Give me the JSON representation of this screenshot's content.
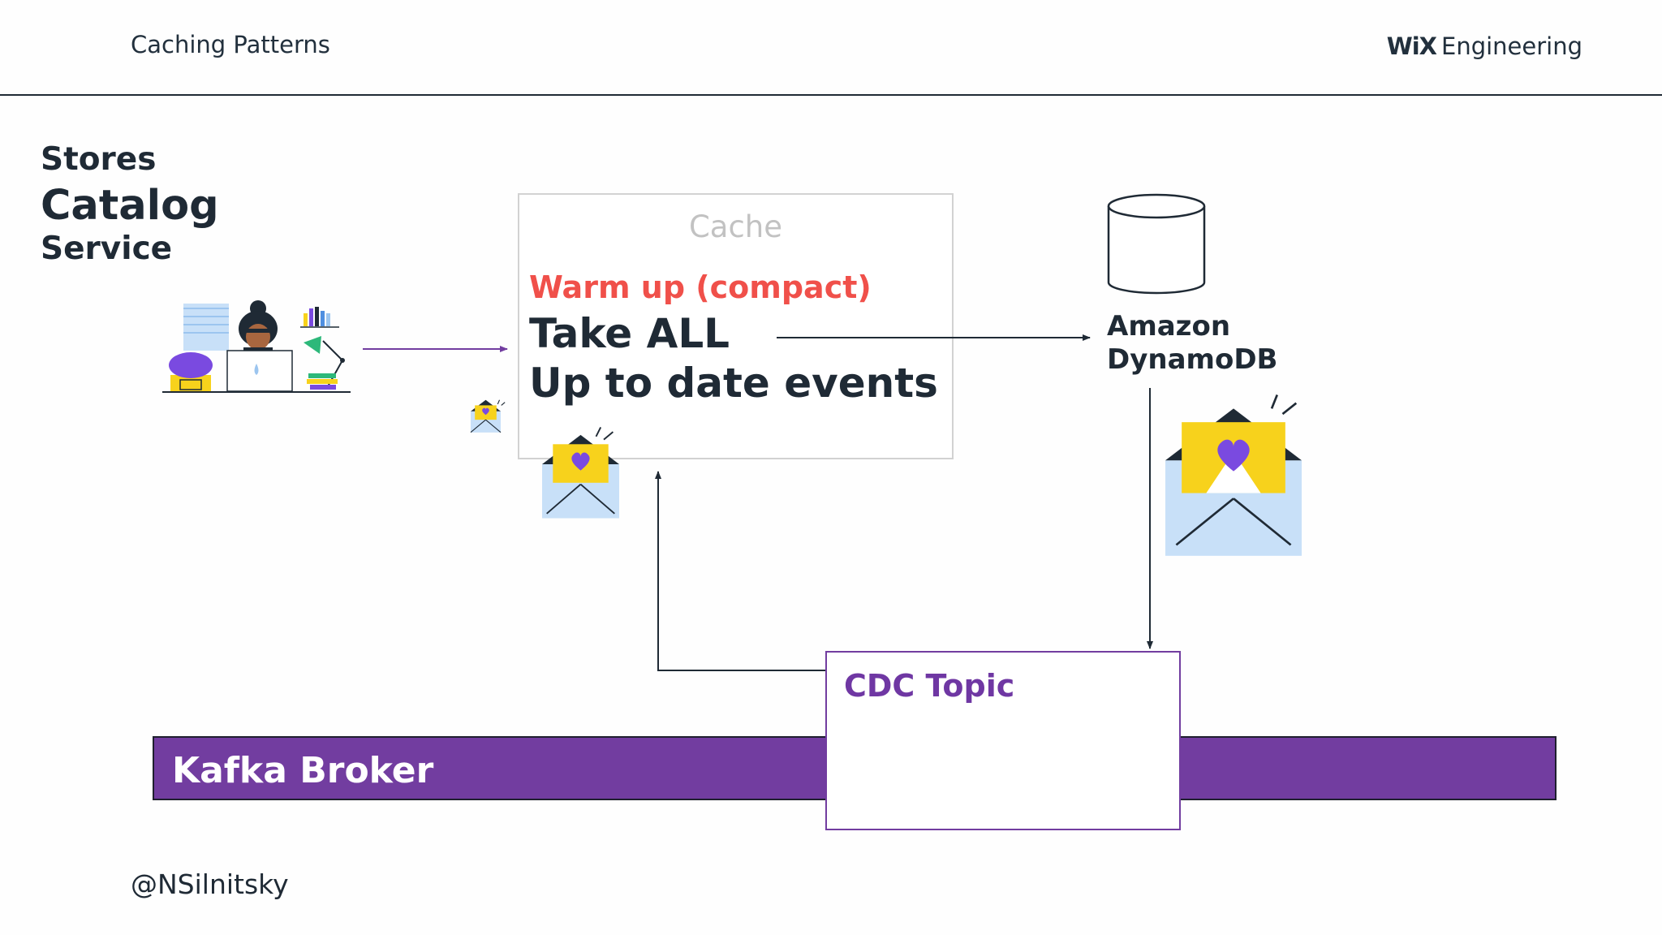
{
  "header": {
    "title": "Caching Patterns",
    "brand_logo": "WiX",
    "brand_name": "Engineering"
  },
  "service": {
    "line1": "Stores",
    "line2": "Catalog",
    "line3": "Service"
  },
  "cache": {
    "title": "Cache",
    "warmup": "Warm up (compact)",
    "line1": "Take ALL",
    "line2": "Up to date events"
  },
  "database": {
    "line1": "Amazon",
    "line2": "DynamoDB"
  },
  "kafka": {
    "label": "Kafka Broker"
  },
  "cdc": {
    "label": "CDC Topic"
  },
  "footer": {
    "handle": "@NSilnitsky"
  },
  "colors": {
    "accent_red": "#f0504a",
    "kafka_purple": "#723da0",
    "envelope_yellow": "#f7d21c",
    "envelope_blue": "#c8e0f8",
    "heart_purple": "#7a4ae0"
  }
}
